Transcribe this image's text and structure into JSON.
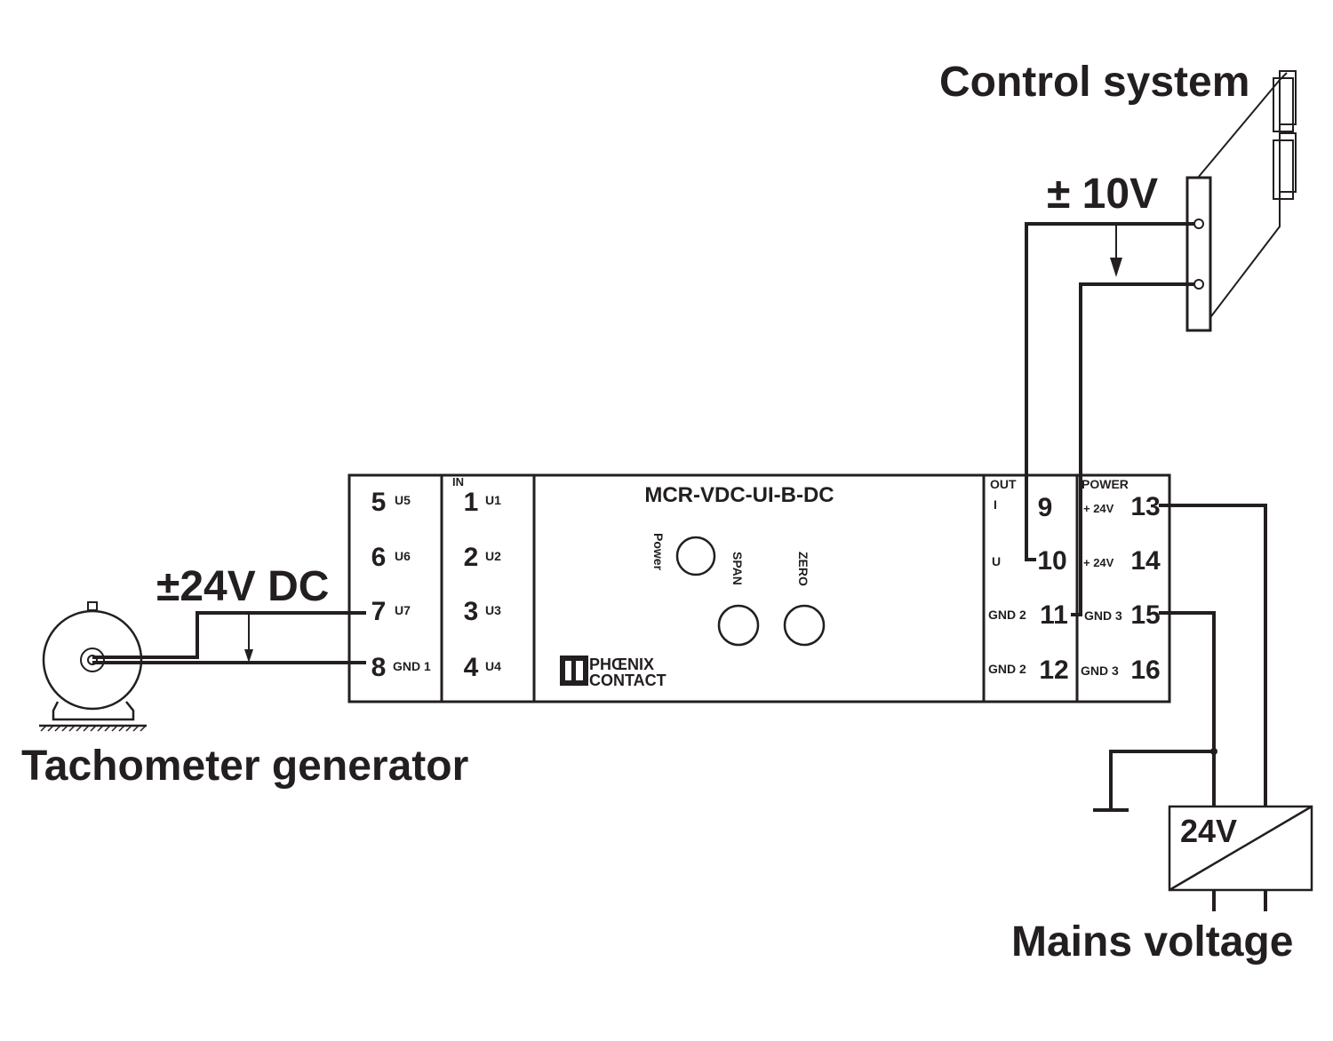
{
  "labels": {
    "control_system": "Control system",
    "output_voltage": "± 10V",
    "input_voltage": "±24V DC",
    "tachometer": "Tachometer generator",
    "mains": "Mains voltage",
    "supply": "24V"
  },
  "module": {
    "model": "MCR-VDC-UI-B-DC",
    "in_header": "IN",
    "out_header": "OUT",
    "power_header": "POWER",
    "brand_line1": "PHŒNIX",
    "brand_line2": "CONTACT",
    "led_label": "Power",
    "span_label": "SPAN",
    "zero_label": "ZERO"
  },
  "terminals": {
    "col1": [
      {
        "num": "5",
        "name": "U5"
      },
      {
        "num": "6",
        "name": "U6"
      },
      {
        "num": "7",
        "name": "U7"
      },
      {
        "num": "8",
        "name": "GND 1"
      }
    ],
    "col2": [
      {
        "num": "1",
        "name": "U1"
      },
      {
        "num": "2",
        "name": "U2"
      },
      {
        "num": "3",
        "name": "U3"
      },
      {
        "num": "4",
        "name": "U4"
      }
    ],
    "out": [
      {
        "num": "9",
        "name": "I"
      },
      {
        "num": "10",
        "name": "U"
      },
      {
        "num": "11",
        "name": "GND 2"
      },
      {
        "num": "12",
        "name": "GND 2"
      }
    ],
    "power": [
      {
        "num": "13",
        "name": "+ 24V"
      },
      {
        "num": "14",
        "name": "+ 24V"
      },
      {
        "num": "15",
        "name": "GND 3"
      },
      {
        "num": "16",
        "name": "GND 3"
      }
    ]
  }
}
